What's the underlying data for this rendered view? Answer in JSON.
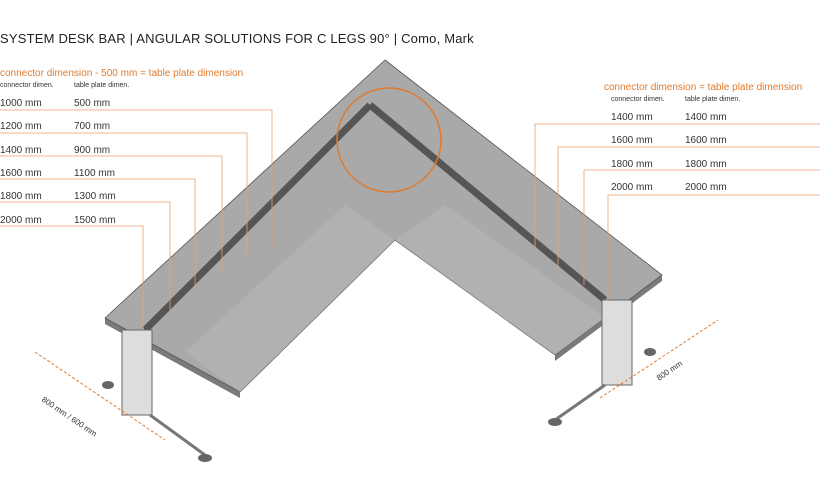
{
  "title": "SYSTEM DESK BAR | ANGULAR SOLUTIONS FOR C LEGS 90° | Como, Mark",
  "left_table": {
    "heading": "connector dimension - 500 mm = table plate dimension",
    "col1": "connector dimen.",
    "col2": "table plate dimen.",
    "rows": [
      {
        "connector": "1000 mm",
        "plate": "500 mm"
      },
      {
        "connector": "1200 mm",
        "plate": "700 mm"
      },
      {
        "connector": "1400 mm",
        "plate": "900 mm"
      },
      {
        "connector": "1600 mm",
        "plate": "1100 mm"
      },
      {
        "connector": "1800 mm",
        "plate": "1300 mm"
      },
      {
        "connector": "2000 mm",
        "plate": "1500 mm"
      }
    ]
  },
  "right_table": {
    "heading": "connector dimension = table plate dimension",
    "col1": "connector dimen.",
    "col2": "table plate dimen.",
    "rows": [
      {
        "connector": "1400 mm",
        "plate": "1400 mm"
      },
      {
        "connector": "1600 mm",
        "plate": "1600 mm"
      },
      {
        "connector": "1800 mm",
        "plate": "1800 mm"
      },
      {
        "connector": "2000 mm",
        "plate": "2000 mm"
      }
    ]
  },
  "depth_left": "800 mm / 600 mm",
  "depth_right": "800 mm",
  "colors": {
    "accent": "#e07a2e",
    "plate": "#a9a9a9",
    "frame": "#6e6e6e"
  }
}
